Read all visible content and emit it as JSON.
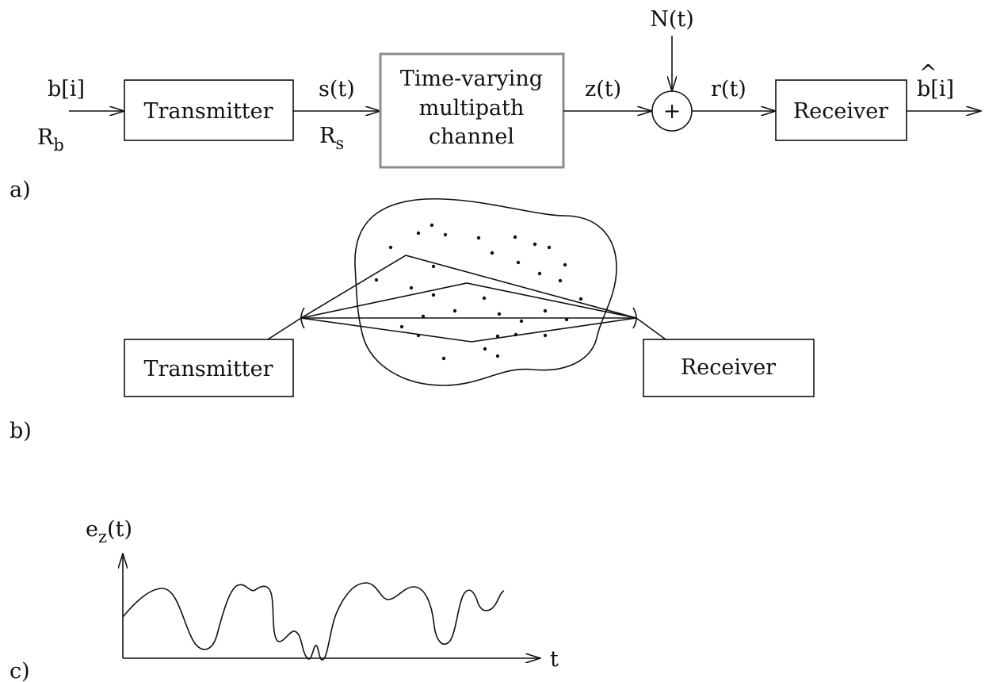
{
  "panel_a": {
    "label": "a)",
    "input_signal": "b[i]",
    "input_rate": "R",
    "input_rate_sub": "b",
    "transmitter": "Transmitter",
    "tx_output_signal": "s(t)",
    "tx_output_rate": "R",
    "tx_output_rate_sub": "s",
    "channel_line1": "Time-varying",
    "channel_line2": "multipath",
    "channel_line3": "channel",
    "channel_output": "z(t)",
    "noise": "N(t)",
    "adder_symbol": "+",
    "received": "r(t)",
    "receiver": "Receiver",
    "estimate": "b[i]",
    "estimate_hat": "^"
  },
  "panel_b": {
    "label": "b)",
    "transmitter": "Transmitter",
    "receiver": "Receiver"
  },
  "panel_c": {
    "label": "c)",
    "y_axis": "e",
    "y_axis_sub": "z",
    "y_axis_suffix": "(t)",
    "x_axis": "t"
  }
}
